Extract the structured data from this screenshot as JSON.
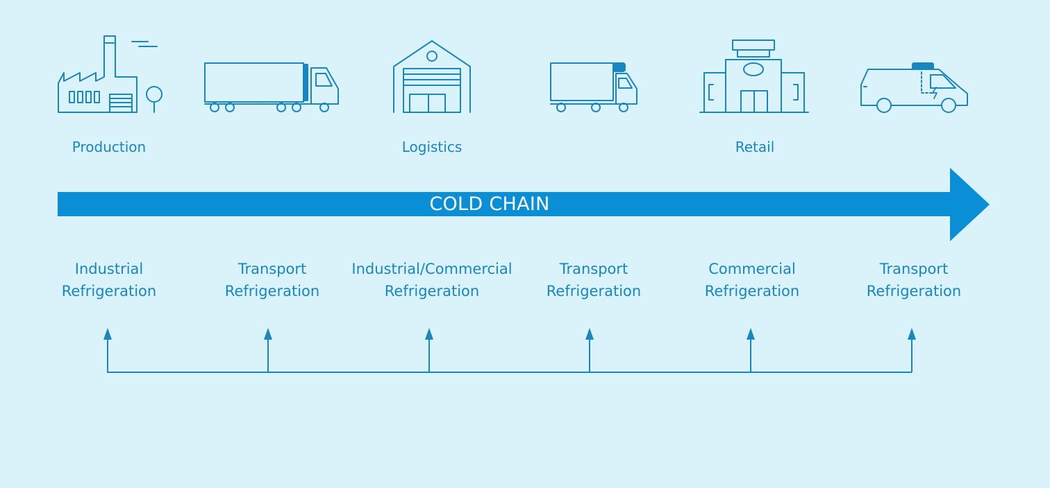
{
  "stages": [
    {
      "label": "Production",
      "icon": "factory-icon"
    },
    {
      "label": "",
      "icon": "semi-truck-icon"
    },
    {
      "label": "Logistics",
      "icon": "warehouse-icon"
    },
    {
      "label": "",
      "icon": "box-truck-icon"
    },
    {
      "label": "Retail",
      "icon": "store-icon"
    },
    {
      "label": "",
      "icon": "delivery-van-icon"
    }
  ],
  "chain": {
    "label": "COLD CHAIN"
  },
  "refrigeration": [
    {
      "line1": "Industrial",
      "line2": "Refrigeration"
    },
    {
      "line1": "Transport",
      "line2": "Refrigeration"
    },
    {
      "line1": "Industrial/Commercial",
      "line2": "Refrigeration"
    },
    {
      "line1": "Transport",
      "line2": "Refrigeration"
    },
    {
      "line1": "Commercial",
      "line2": "Refrigeration"
    },
    {
      "line1": "Transport",
      "line2": "Refrigeration"
    }
  ],
  "colors": {
    "accent": "#0a8fd6",
    "line": "#1a86be",
    "background": "#daf2f9"
  }
}
